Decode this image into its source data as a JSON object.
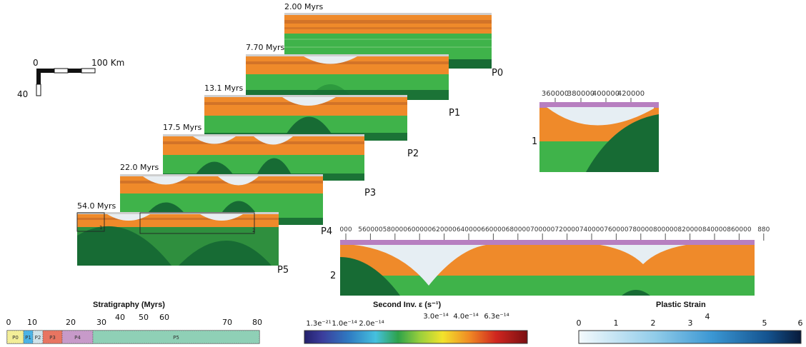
{
  "scale_bar": {
    "zero": "0",
    "km_label": "100 Km",
    "depth_label": "40"
  },
  "panels": [
    {
      "time": "2.00 Myrs",
      "label": "P0"
    },
    {
      "time": "7.70 Myrs",
      "label": "P1"
    },
    {
      "time": "13.1 Myrs",
      "label": "P2"
    },
    {
      "time": "17.5 Myrs",
      "label": "P3"
    },
    {
      "time": "22.0 Myrs",
      "label": "P4"
    },
    {
      "time": "54.0 Myrs",
      "label": "P5"
    }
  ],
  "panel_annotations": {
    "box1": "1",
    "box2": "2"
  },
  "zoom1": {
    "label": "1",
    "ticks": [
      "360000",
      "380000",
      "400000",
      "420000"
    ]
  },
  "zoom2": {
    "label": "2",
    "ticks": [
      "000",
      "560000",
      "580000",
      "600000",
      "620000",
      "640000",
      "660000",
      "680000",
      "700000",
      "720000",
      "740000",
      "760000",
      "780000",
      "800000",
      "820000",
      "840000",
      "860000",
      "880"
    ]
  },
  "legends": {
    "stratigraphy": {
      "title": "Stratigraphy (Myrs)",
      "ticks": [
        "0",
        "10",
        "20",
        "30",
        "40",
        "50",
        "60",
        "70",
        "80"
      ],
      "segments": [
        {
          "name": "P0",
          "color": "#f3ee98"
        },
        {
          "name": "P1",
          "color": "#4cb3e6"
        },
        {
          "name": "P2",
          "color": "#cfe3ea"
        },
        {
          "name": "P3",
          "color": "#e87561"
        },
        {
          "name": "P4",
          "color": "#c79ac9"
        },
        {
          "name": "P5",
          "color": "#8fd0b6"
        }
      ]
    },
    "strain_rate": {
      "title": "Second Inv. ε (s⁻¹)",
      "ticks": [
        "1.3e⁻²¹",
        "1.0e⁻¹⁴",
        "2.0e⁻¹⁴",
        "3.0e⁻¹⁴",
        "4.0e⁻¹⁴",
        "6.3e⁻¹⁴"
      ]
    },
    "plastic_strain": {
      "title": "Plastic Strain",
      "ticks": [
        "0",
        "1",
        "2",
        "3",
        "4",
        "5",
        "6"
      ]
    }
  },
  "colors": {
    "mantle_light": "#3fb34a",
    "mantle_dark": "#176b34",
    "crust": "#ef8a2a",
    "crust_dark": "#b86a32",
    "sediment": "#b77fc0",
    "water": "#5cb3e6"
  }
}
